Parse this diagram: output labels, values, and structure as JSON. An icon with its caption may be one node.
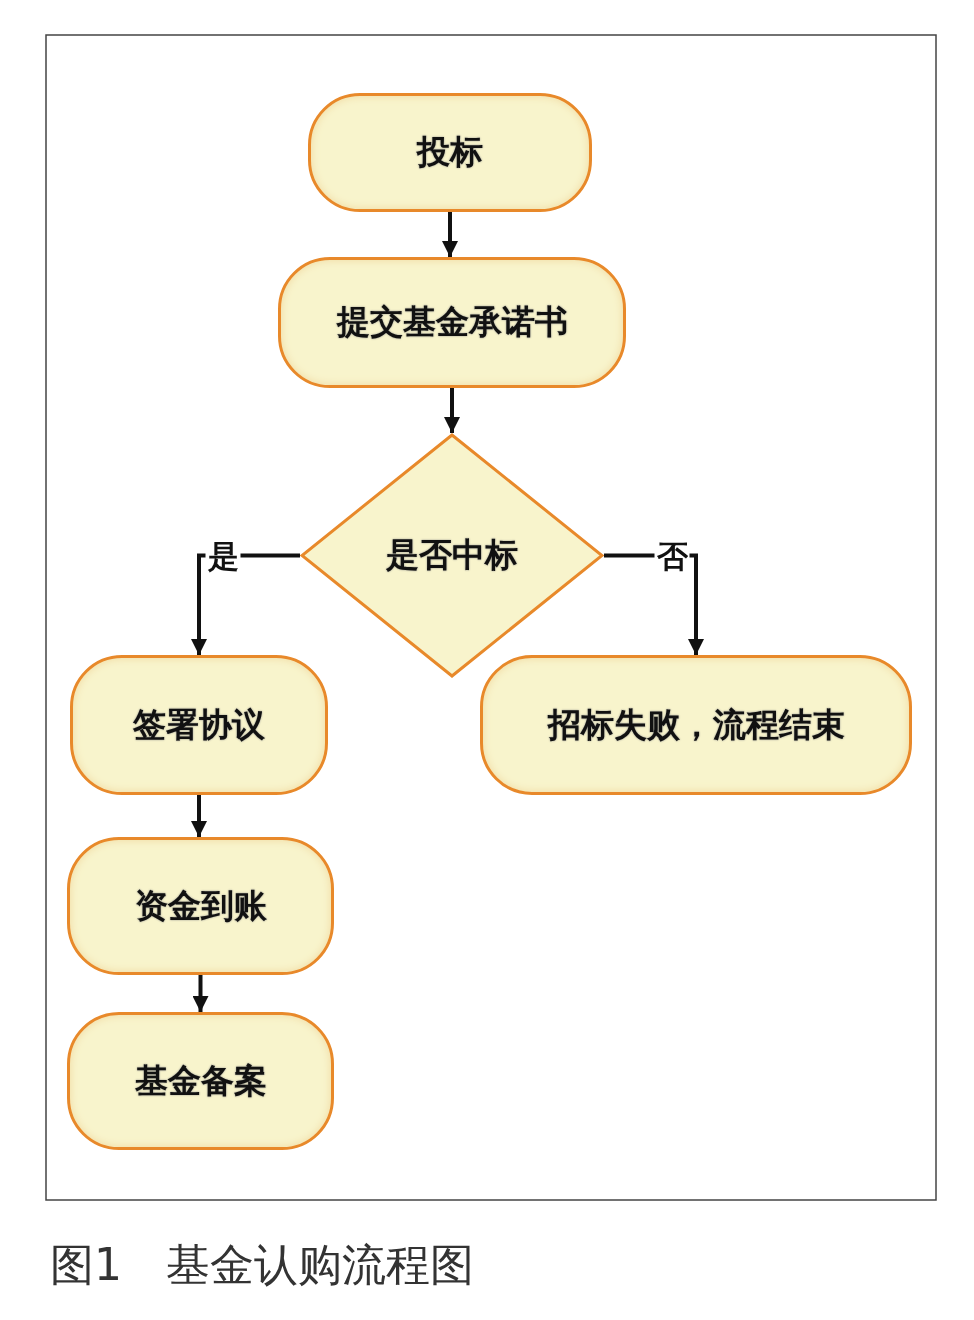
{
  "diagram": {
    "caption": "图1　基金认购流程图",
    "nodes": [
      {
        "text": [
          "投标"
        ]
      },
      {
        "text": [
          "提交基金承诺书"
        ]
      },
      {
        "text": [
          "是否中标"
        ]
      },
      {
        "text": [
          "签署协议"
        ]
      },
      {
        "text": [
          "招标失败，流程结束"
        ]
      },
      {
        "text": [
          "资金到账"
        ]
      },
      {
        "text": [
          "基金备案"
        ]
      }
    ],
    "edges": [
      {
        "from": 0,
        "to": 1,
        "arrow": "to"
      },
      {
        "from": 1,
        "to": 2,
        "arrow": "to"
      },
      {
        "from": 2,
        "to": 3,
        "arrow": "to",
        "label": "是"
      },
      {
        "from": 2,
        "to": 4,
        "arrow": "to",
        "label": "否"
      },
      {
        "from": 3,
        "to": 5,
        "arrow": "to"
      },
      {
        "from": 5,
        "to": 6,
        "arrow": "to"
      }
    ]
  }
}
